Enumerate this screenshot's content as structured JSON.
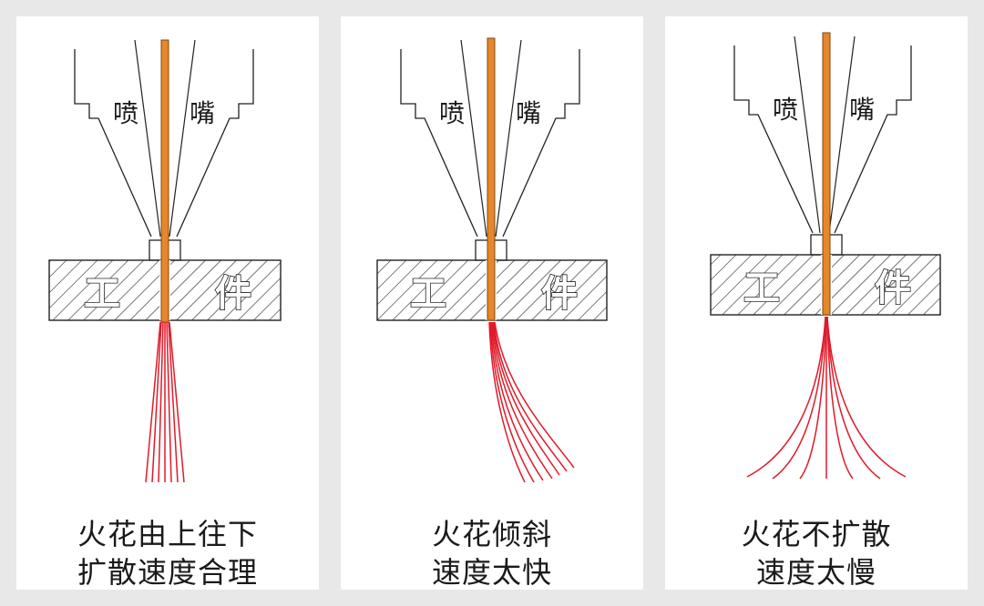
{
  "colors": {
    "background": "#e8e8e8",
    "panel": "#ffffff",
    "wire": "#e8862a",
    "spark": "#e01a2a",
    "outline": "#222222"
  },
  "labels": {
    "nozzle_left": "喷",
    "nozzle_right": "嘴",
    "workpiece_left": "工",
    "workpiece_right": "件"
  },
  "panels": [
    {
      "caption_line1": "火花由上往下",
      "caption_line2": "扩散速度合理",
      "spark_pattern": "straight-down"
    },
    {
      "caption_line1": "火花倾斜",
      "caption_line2": "速度太快",
      "spark_pattern": "slanted"
    },
    {
      "caption_line1": "火花不扩散",
      "caption_line2": "速度太慢",
      "spark_pattern": "spread"
    }
  ]
}
